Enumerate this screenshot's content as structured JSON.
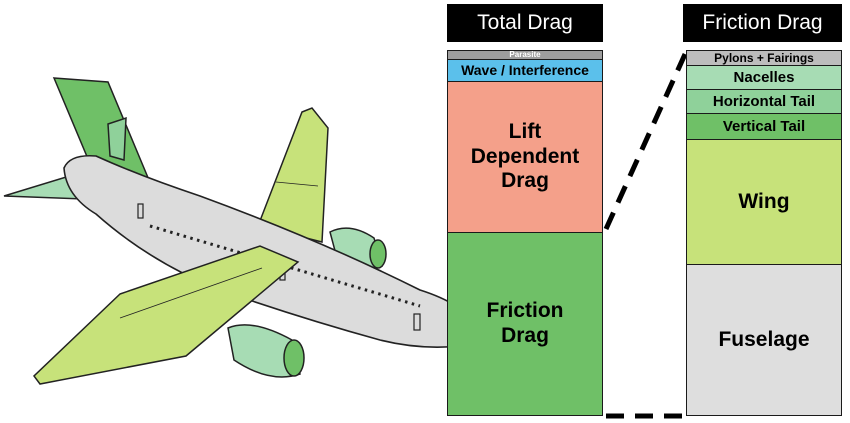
{
  "total_drag": {
    "title": "Total Drag",
    "segments": [
      {
        "key": "parasite",
        "label": "Parasite",
        "color": "#9e9e9e",
        "text_color": "#ffffff"
      },
      {
        "key": "wave",
        "label": "Wave / Interference",
        "color": "#5bc0eb",
        "text_color": "#000000"
      },
      {
        "key": "lift",
        "label": "Lift\nDependent\nDrag",
        "color": "#f4a08a",
        "text_color": "#000000"
      },
      {
        "key": "friction",
        "label": "Friction\nDrag",
        "color": "#6fc067",
        "text_color": "#000000"
      }
    ]
  },
  "friction_drag": {
    "title": "Friction Drag",
    "segments": [
      {
        "key": "pylons",
        "label": "Pylons + Fairings",
        "color": "#bdbdbd"
      },
      {
        "key": "nacelles",
        "label": "Nacelles",
        "color": "#a7dcb4"
      },
      {
        "key": "htail",
        "label": "Horizontal Tail",
        "color": "#8fd19a"
      },
      {
        "key": "vtail",
        "label": "Vertical Tail",
        "color": "#6fc067"
      },
      {
        "key": "wing",
        "label": "Wing",
        "color": "#c7e27a"
      },
      {
        "key": "fuselage",
        "label": "Fuselage",
        "color": "#dedede"
      }
    ]
  },
  "colors": {
    "airframe": "#dcdcdc",
    "wing_green": "#c7e27a",
    "tail_green": "#6fc067",
    "light_green": "#a7dcb4"
  }
}
